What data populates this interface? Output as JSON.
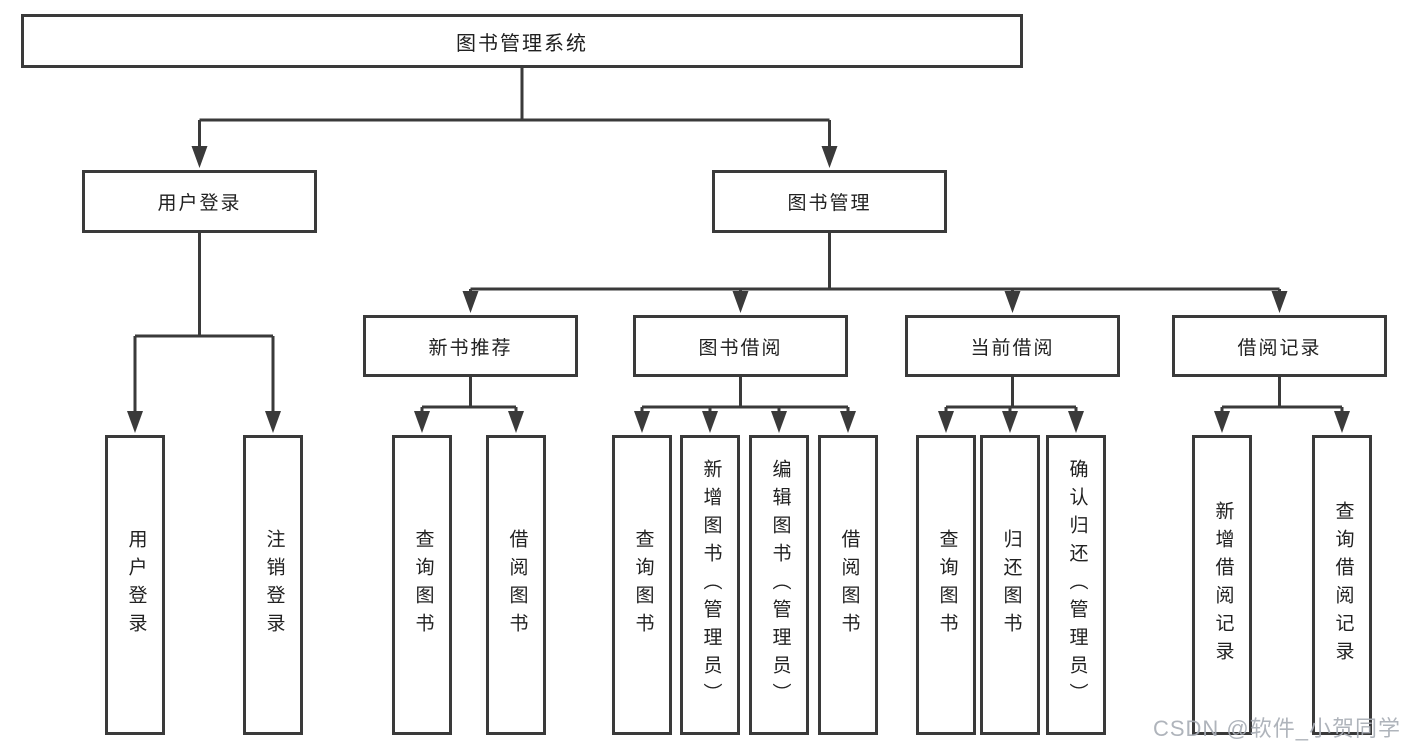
{
  "page": {
    "background": "#ffffff"
  },
  "colors": {
    "line": "#3a3a3a",
    "text": "#212121",
    "watermark": "#a9aeb6"
  },
  "watermark": "CSDN @软件_小贺同学",
  "tree": {
    "root": "图书管理系统",
    "branches": [
      {
        "label": "用户登录",
        "children": [
          "用户登录",
          "注销登录"
        ]
      },
      {
        "label": "图书管理",
        "children": [
          {
            "label": "新书推荐",
            "children": [
              "查询图书",
              "借阅图书"
            ]
          },
          {
            "label": "图书借阅",
            "children": [
              "查询图书",
              "新增图书（管理员）",
              "编辑图书（管理员）",
              "借阅图书"
            ]
          },
          {
            "label": "当前借阅",
            "children": [
              "查询图书",
              "归还图书",
              "确认归还（管理员）"
            ]
          },
          {
            "label": "借阅记录",
            "children": [
              "新增借阅记录",
              "查询借阅记录"
            ]
          }
        ]
      }
    ]
  }
}
